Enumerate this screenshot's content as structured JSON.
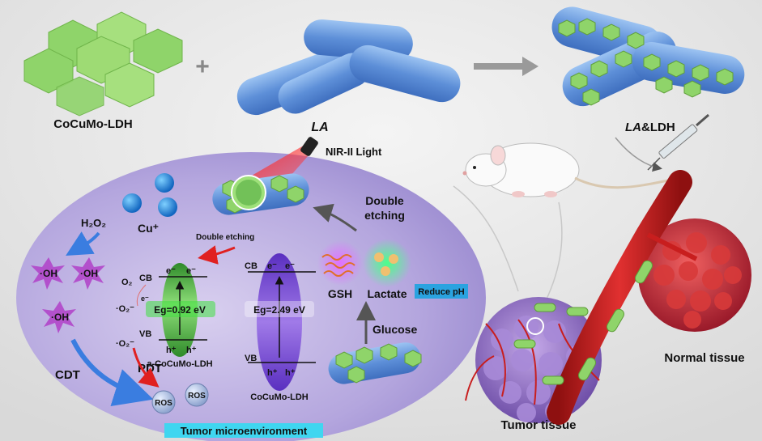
{
  "top_row": {
    "ldh_label": "CoCuMo-LDH",
    "plus": "+",
    "la_label": "LA",
    "product_label_italic": "LA",
    "product_label_rest": "&LDH"
  },
  "panel": {
    "nir_label": "NIR-II Light",
    "double_etching_line1": "Double",
    "double_etching_line2": "etching",
    "double_etching_small": "Double etching",
    "h2o2": "H₂O₂",
    "cu_ion": "Cu⁺",
    "oh_radical": "·OH",
    "o2": "O₂",
    "o2_radical": "·O₂⁻",
    "electron": "e⁻",
    "hole": "h⁺",
    "cb": "CB",
    "vb": "VB",
    "eg_a": "Eg=0.92 eV",
    "eg_b": "Eg=2.49 eV",
    "a_ldh_label": "a-CoCuMo-LDH",
    "ldh_label": "CoCuMo-LDH",
    "gsh": "GSH",
    "lactate": "Lactate",
    "reduce_ph": "Reduce pH",
    "glucose": "Glucose",
    "cdt": "CDT",
    "pdt": "PDT",
    "ros": "ROS",
    "tumor_microenvironment": "Tumor microenvironment"
  },
  "tissue": {
    "normal": "Normal tissue",
    "tumor": "Tumor tissue"
  },
  "colors": {
    "ldh_green": "#8fd46a",
    "bacteria_blue": "#6f9fe0",
    "panel_purple": "#a89ad8",
    "band_green": "#4fae3a",
    "band_purple": "#7a4fd6",
    "cdt_blue": "#3a7de0",
    "pdt_red": "#e02020",
    "vessel_red": "#c81e1e",
    "tumor_purple": "#9a7ac8",
    "label_cyan": "#3fd6f0"
  }
}
